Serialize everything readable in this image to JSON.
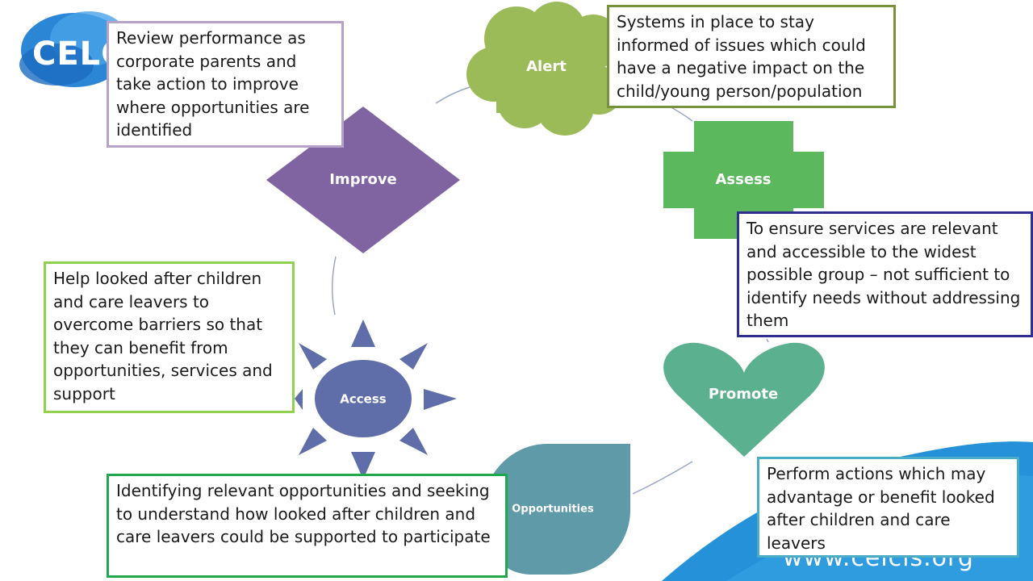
{
  "logo": {
    "text": "CELC"
  },
  "footer": {
    "website": "www.celcis.org"
  },
  "colors": {
    "alert": "#9bbb59",
    "assess": "#5cb85c",
    "promote": "#5bb08f",
    "opportunities": "#5e9aa8",
    "access": "#5f6ea8",
    "improve": "#8064a2",
    "connector": "#9aa6c6",
    "logo_blue": "#1f7fd0",
    "wave_blue": "#2591d9"
  },
  "cycle": [
    {
      "id": "alert",
      "label": "Alert",
      "shape": "cloud",
      "note": "Systems in place to stay informed of issues which could have a negative impact  on the child/young person/population"
    },
    {
      "id": "assess",
      "label": "Assess",
      "shape": "plus",
      "note": "To ensure services are relevant and accessible to the widest possible group – not sufficient to identify needs without addressing them"
    },
    {
      "id": "promote",
      "label": "Promote",
      "shape": "heart",
      "note": "Perform actions which may advantage or benefit looked after children and care leavers"
    },
    {
      "id": "opportunities",
      "label": "Opportunities",
      "shape": "teardrop",
      "note": "Identifying relevant opportunities and seeking to understand how looked after children and care leavers could be supported to participate"
    },
    {
      "id": "access",
      "label": "Access",
      "shape": "sun",
      "note": "Help looked after children and care leavers to overcome barriers so that they can benefit from opportunities, services and support"
    },
    {
      "id": "improve",
      "label": "Improve",
      "shape": "diamond",
      "note": "Review performance as corporate parents and take action to improve where opportunities are identified"
    }
  ]
}
